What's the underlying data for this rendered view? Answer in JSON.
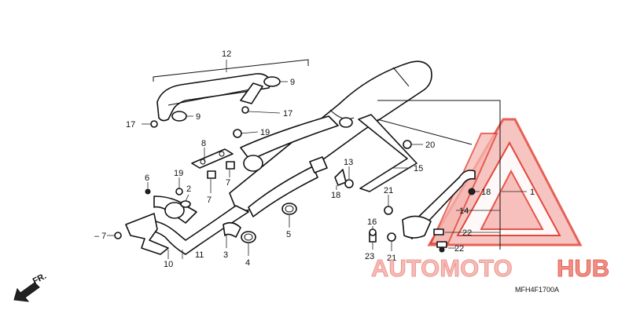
{
  "diagram": {
    "callouts": {
      "c12": "12",
      "c9a": "9",
      "c9b": "9",
      "c17a": "17",
      "c17b": "17",
      "c19a": "19",
      "c19b": "19",
      "c8": "8",
      "c7a": "7",
      "c7b": "7",
      "c6": "6",
      "c2": "2",
      "c1": "1",
      "c3": "3",
      "c4": "4",
      "c5": "5",
      "c10": "10",
      "c11": "11",
      "c13": "13",
      "c14": "14",
      "c15": "15",
      "c16": "16",
      "c18a": "18",
      "c18b": "18",
      "c20": "20",
      "c21a": "21",
      "c21b": "21",
      "c22a": "22",
      "c22b": "22",
      "c23": "23",
      "cdash7": "– 7"
    },
    "direction_label": "FR.",
    "part_code": "MFH4F1700A"
  },
  "watermark": {
    "text_part1": "AUTOMOTO",
    "text_part2": "HUB",
    "color_primary": "#f4b0aa",
    "color_accent": "#f08a80",
    "color_outline": "#e03a2e"
  }
}
